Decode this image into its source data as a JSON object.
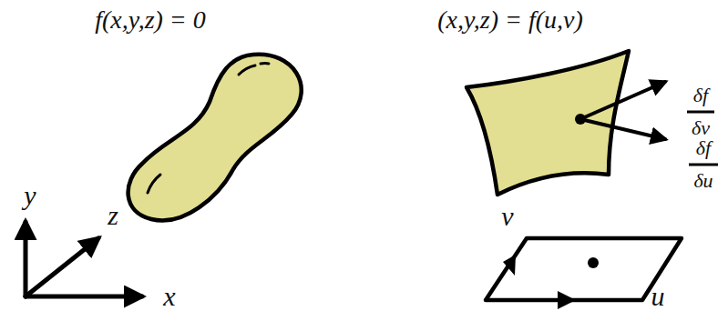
{
  "diagram": {
    "labels": [
      "f(x,y,z) = 0",
      "(x,y,z) = f(u,v)",
      "y",
      "z",
      "x",
      "δf",
      "δv",
      "δf",
      "δu",
      "v",
      "u"
    ]
  }
}
